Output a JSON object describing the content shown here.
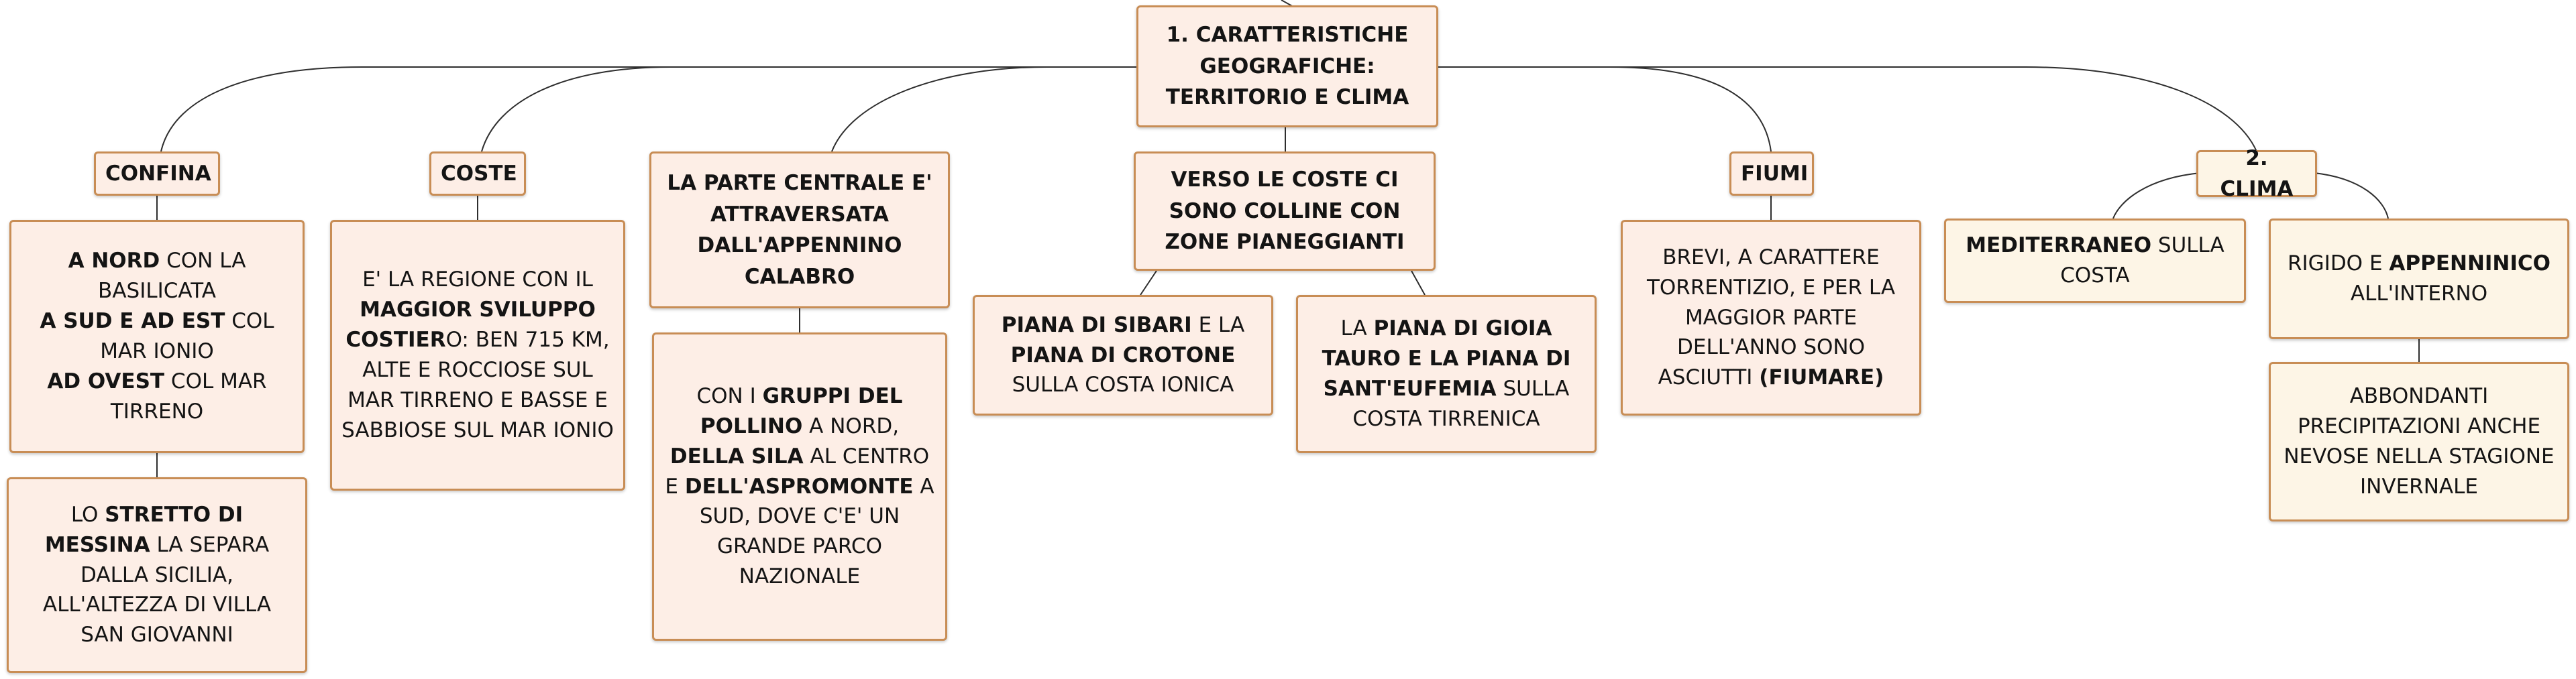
{
  "root": {
    "title": "1. CARATTERISTICHE GEOGRAFICHE: TERRITORIO E CLIMA"
  },
  "branches": {
    "confina": {
      "label": "CONFINA",
      "nord_b": "A NORD",
      "nord_t": " CON LA BASILICATA",
      "sud_b": "A SUD E AD EST",
      "sud_t": " COL MAR IONIO",
      "ovest_b": "AD OVEST",
      "ovest_t": " COL MAR TIRRENO",
      "stretto_pre": "LO ",
      "stretto_b": "STRETTO DI MESSINA",
      "stretto_t": " LA SEPARA DALLA SICILIA, ALL'ALTEZZA DI VILLA SAN GIOVANNI"
    },
    "coste": {
      "label": "COSTE",
      "t1": "E' LA REGIONE CON IL ",
      "b1": "MAGGIOR SVILUPPO COSTIER",
      "t2": "O: BEN 715 KM, ALTE E ROCCIOSE SUL MAR TIRRENO E BASSE E SABBIOSE SUL MAR IONIO"
    },
    "appennino": {
      "label": "LA PARTE CENTRALE E' ATTRAVERSATA DALL'APPENNINO CALABRO",
      "t1": "CON I ",
      "b1": "GRUPPI DEL POLLINO",
      "t2": " A NORD, ",
      "b2": "DELLA SILA",
      "t3": " AL CENTRO E ",
      "b3": "DELL'ASPROMONTE",
      "t4": " A SUD, DOVE C'E' UN GRANDE PARCO NAZIONALE"
    },
    "colline": {
      "label": "VERSO LE COSTE CI SONO COLLINE CON ZONE PIANEGGIANTI",
      "ionica_b1": "PIANA DI SIBARI",
      "ionica_t1": " E LA ",
      "ionica_b2": "PIANA DI CROTONE",
      "ionica_t2": " SULLA COSTA IONICA",
      "tirr_t1": "LA ",
      "tirr_b1": "PIANA DI GIOIA TAURO E LA PIANA DI SANT'EUFEMIA",
      "tirr_t2": " SULLA COSTA TIRRENICA"
    },
    "fiumi": {
      "label": "FIUMI",
      "t1": "BREVI, A CARATTERE TORRENTIZIO, E PER LA MAGGIOR PARTE DELL'ANNO SONO ASCIUTTI ",
      "b1": "(FIUMARE)"
    },
    "clima": {
      "label": "2. CLIMA",
      "med_b": "MEDITERRANEO",
      "med_t": " SULLA COSTA",
      "rig_t1": "RIGIDO E ",
      "rig_b": "APPENNINICO",
      "rig_t2": " ALL'INTERNO",
      "prec": "ABBONDANTI PRECIPITAZIONI ANCHE NEVOSE NELLA STAGIONE INVERNALE"
    }
  }
}
